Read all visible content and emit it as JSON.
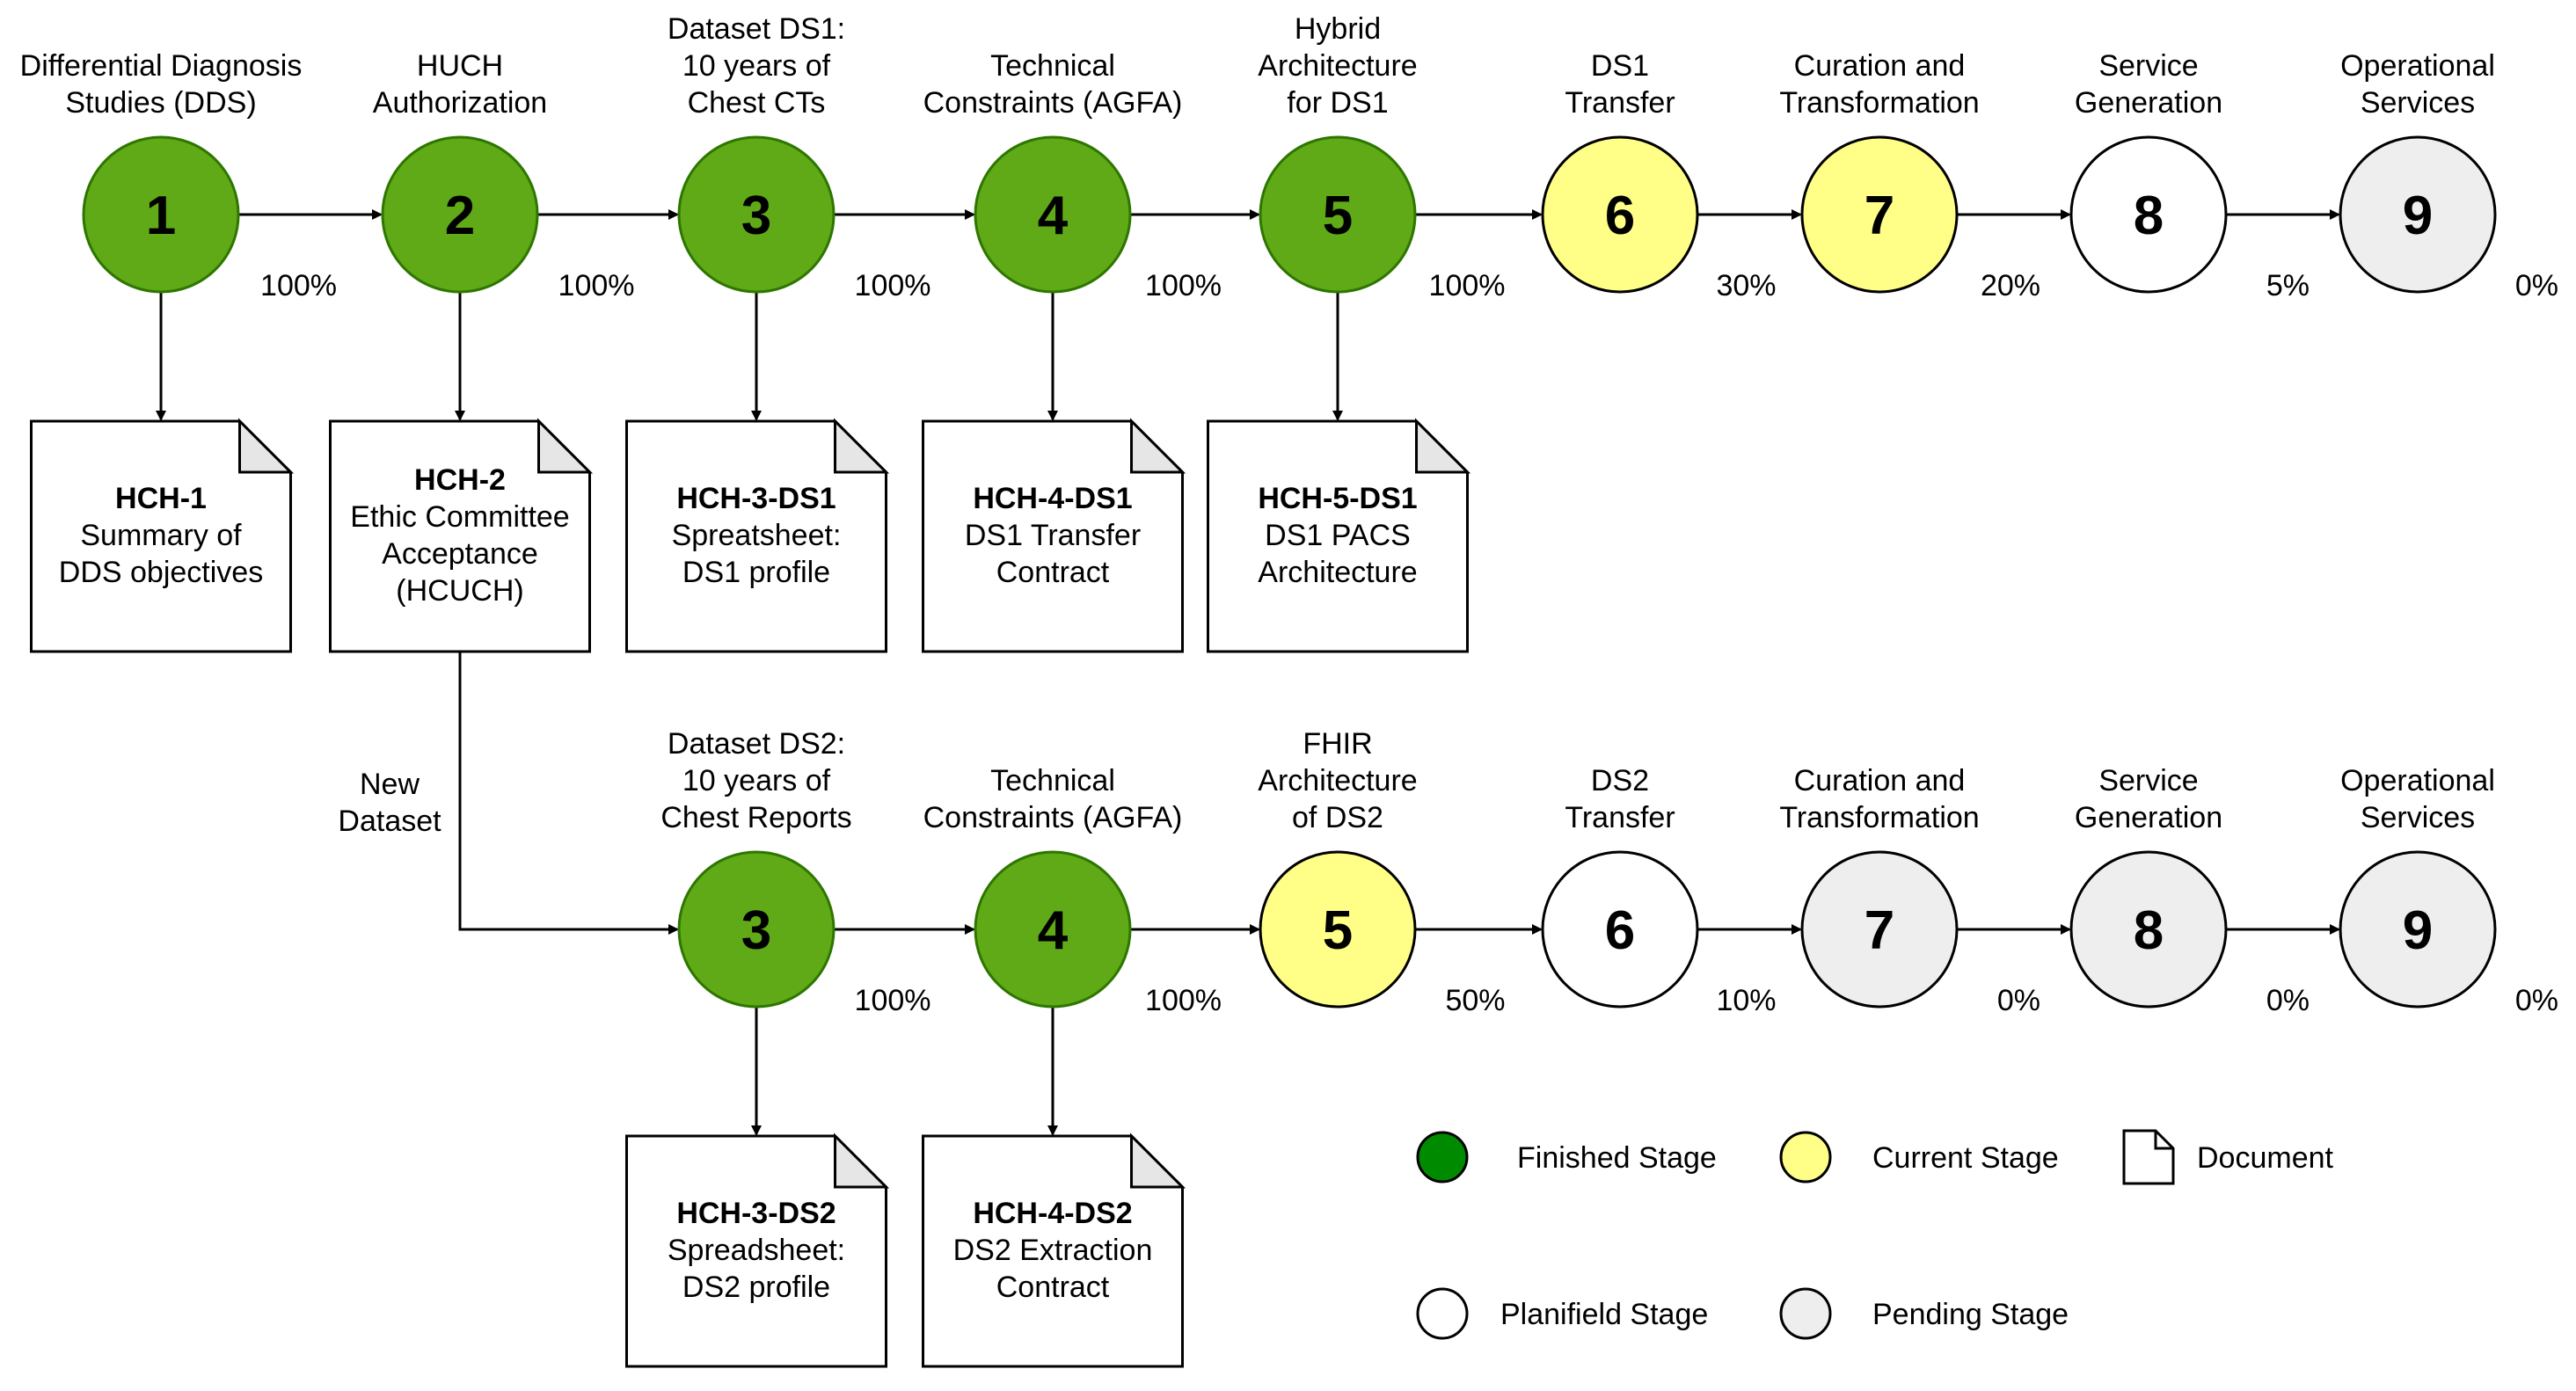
{
  "colors": {
    "finished": "#60a917",
    "finished_stroke": "#2d7600",
    "current": "#ffff88",
    "planified": "#ffffff",
    "pending": "#eeeeee",
    "legend_finished": "#008a00"
  },
  "row1": {
    "stages": [
      {
        "num": "1",
        "status": "finished",
        "label": [
          "Differential Diagnosis",
          "Studies (DDS)"
        ],
        "pct": "100%"
      },
      {
        "num": "2",
        "status": "finished",
        "label": [
          "HUCH",
          "Authorization"
        ],
        "pct": "100%"
      },
      {
        "num": "3",
        "status": "finished",
        "label": [
          "Dataset DS1:",
          "10 years of",
          "Chest CTs"
        ],
        "pct": "100%"
      },
      {
        "num": "4",
        "status": "finished",
        "label": [
          "Technical",
          "Constraints (AGFA)"
        ],
        "pct": "100%"
      },
      {
        "num": "5",
        "status": "finished",
        "label": [
          "Hybrid",
          "Architecture",
          "for DS1"
        ],
        "pct": "100%"
      },
      {
        "num": "6",
        "status": "current",
        "label": [
          "DS1",
          "Transfer"
        ],
        "pct": "30%"
      },
      {
        "num": "7",
        "status": "current",
        "label": [
          "Curation and",
          "Transformation"
        ],
        "pct": "20%"
      },
      {
        "num": "8",
        "status": "planified",
        "label": [
          "Service",
          "Generation"
        ],
        "pct": "5%"
      },
      {
        "num": "9",
        "status": "pending",
        "label": [
          "Operational",
          "Services"
        ],
        "pct": "0%"
      }
    ],
    "documents": [
      {
        "stage": 0,
        "id": "HCH-1",
        "lines": [
          "Summary of",
          "DDS objectives"
        ]
      },
      {
        "stage": 1,
        "id": "HCH-2",
        "lines": [
          "Ethic Committee",
          "Acceptance",
          "(HCUCH)"
        ]
      },
      {
        "stage": 2,
        "id": "HCH-3-DS1",
        "lines": [
          "Spreatsheet:",
          "DS1 profile"
        ]
      },
      {
        "stage": 3,
        "id": "HCH-4-DS1",
        "lines": [
          "DS1 Transfer",
          "Contract"
        ]
      },
      {
        "stage": 4,
        "id": "HCH-5-DS1",
        "lines": [
          "DS1 PACS",
          "Architecture"
        ]
      }
    ]
  },
  "branch_label": [
    "New",
    "Dataset"
  ],
  "row2": {
    "stages": [
      {
        "num": "3",
        "status": "finished",
        "label": [
          "Dataset DS2:",
          "10 years of",
          "Chest Reports"
        ],
        "pct": "100%"
      },
      {
        "num": "4",
        "status": "finished",
        "label": [
          "Technical",
          "Constraints (AGFA)"
        ],
        "pct": "100%"
      },
      {
        "num": "5",
        "status": "current",
        "label": [
          "FHIR",
          "Architecture",
          "of DS2"
        ],
        "pct": "50%"
      },
      {
        "num": "6",
        "status": "planified",
        "label": [
          "DS2",
          "Transfer"
        ],
        "pct": "10%"
      },
      {
        "num": "7",
        "status": "pending",
        "label": [
          "Curation and",
          "Transformation"
        ],
        "pct": "0%"
      },
      {
        "num": "8",
        "status": "pending",
        "label": [
          "Service",
          "Generation"
        ],
        "pct": "0%"
      },
      {
        "num": "9",
        "status": "pending",
        "label": [
          "Operational",
          "Services"
        ],
        "pct": "0%"
      }
    ],
    "documents": [
      {
        "stage": 0,
        "id": "HCH-3-DS2",
        "lines": [
          "Spreadsheet:",
          "DS2 profile"
        ]
      },
      {
        "stage": 1,
        "id": "HCH-4-DS2",
        "lines": [
          "DS2 Extraction",
          "Contract"
        ]
      }
    ]
  },
  "legend": {
    "finished": "Finished Stage",
    "current": "Current Stage",
    "document": "Document",
    "planified": "Planifield Stage",
    "pending": "Pending Stage"
  }
}
